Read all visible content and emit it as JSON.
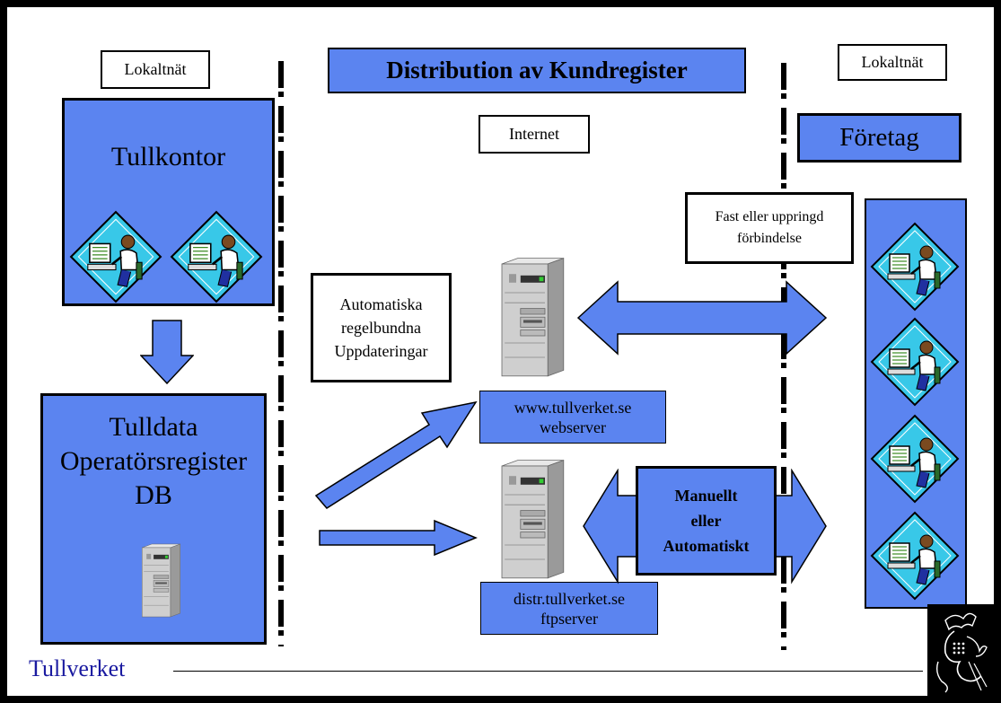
{
  "diagram": {
    "title": "Distribution av Kundregister",
    "left_zone_label": "Lokaltnät",
    "center_zone_label": "Internet",
    "right_zone_label": "Lokaltnät",
    "tullkontor_label": "Tullkontor",
    "tulldata_line1": "Tulldata",
    "tulldata_line2": "Operatörsregister",
    "tulldata_line3": "DB",
    "foretag_label": "Företag",
    "auto_updates_line1": "Automatiska",
    "auto_updates_line2": "regelbundna",
    "auto_updates_line3": "Uppdateringar",
    "connection_line1": "Fast eller uppringd",
    "connection_line2": "förbindelse",
    "webserver_line1": "www.tullverket.se",
    "webserver_line2": "webserver",
    "ftpserver_line1": "distr.tullverket.se",
    "ftpserver_line2": "ftpserver",
    "manual_line1": "Manuellt",
    "manual_line2": "eller",
    "manual_line3": "Automatiskt"
  },
  "footer": {
    "brand": "Tullverket"
  },
  "colors": {
    "panel_blue": "#5b84f0",
    "icon_cyan": "#38c8e8",
    "brand_text": "#1a1aa0"
  }
}
